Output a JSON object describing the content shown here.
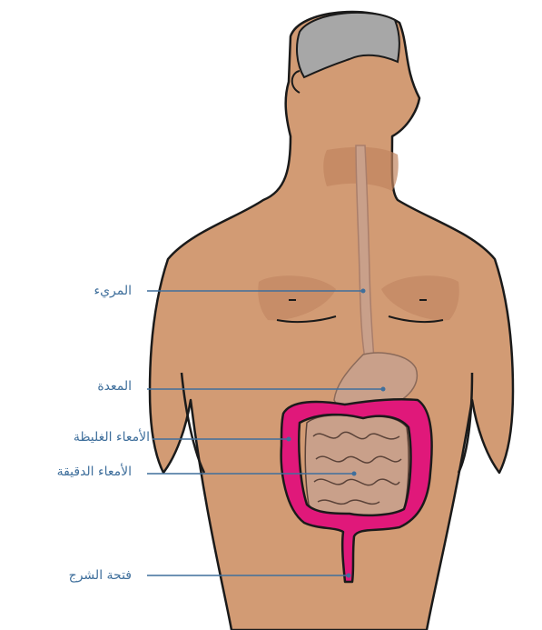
{
  "labels": {
    "esophagus": "المريء",
    "stomach": "المعدة",
    "large_intestine": "الأمعاء الغليظة",
    "small_intestine": "الأمعاء الدقيقة",
    "anus": "فتحة الشرج"
  },
  "colors": {
    "skin": "#d29b74",
    "skin_shadow": "#c08460",
    "hair": "#a7a7a7",
    "outline": "#1a1a1a",
    "organ": "#c9a08a",
    "colon": "#e0187a",
    "leader_line": "#3f6f9c",
    "label_text": "#3f6f9c"
  }
}
